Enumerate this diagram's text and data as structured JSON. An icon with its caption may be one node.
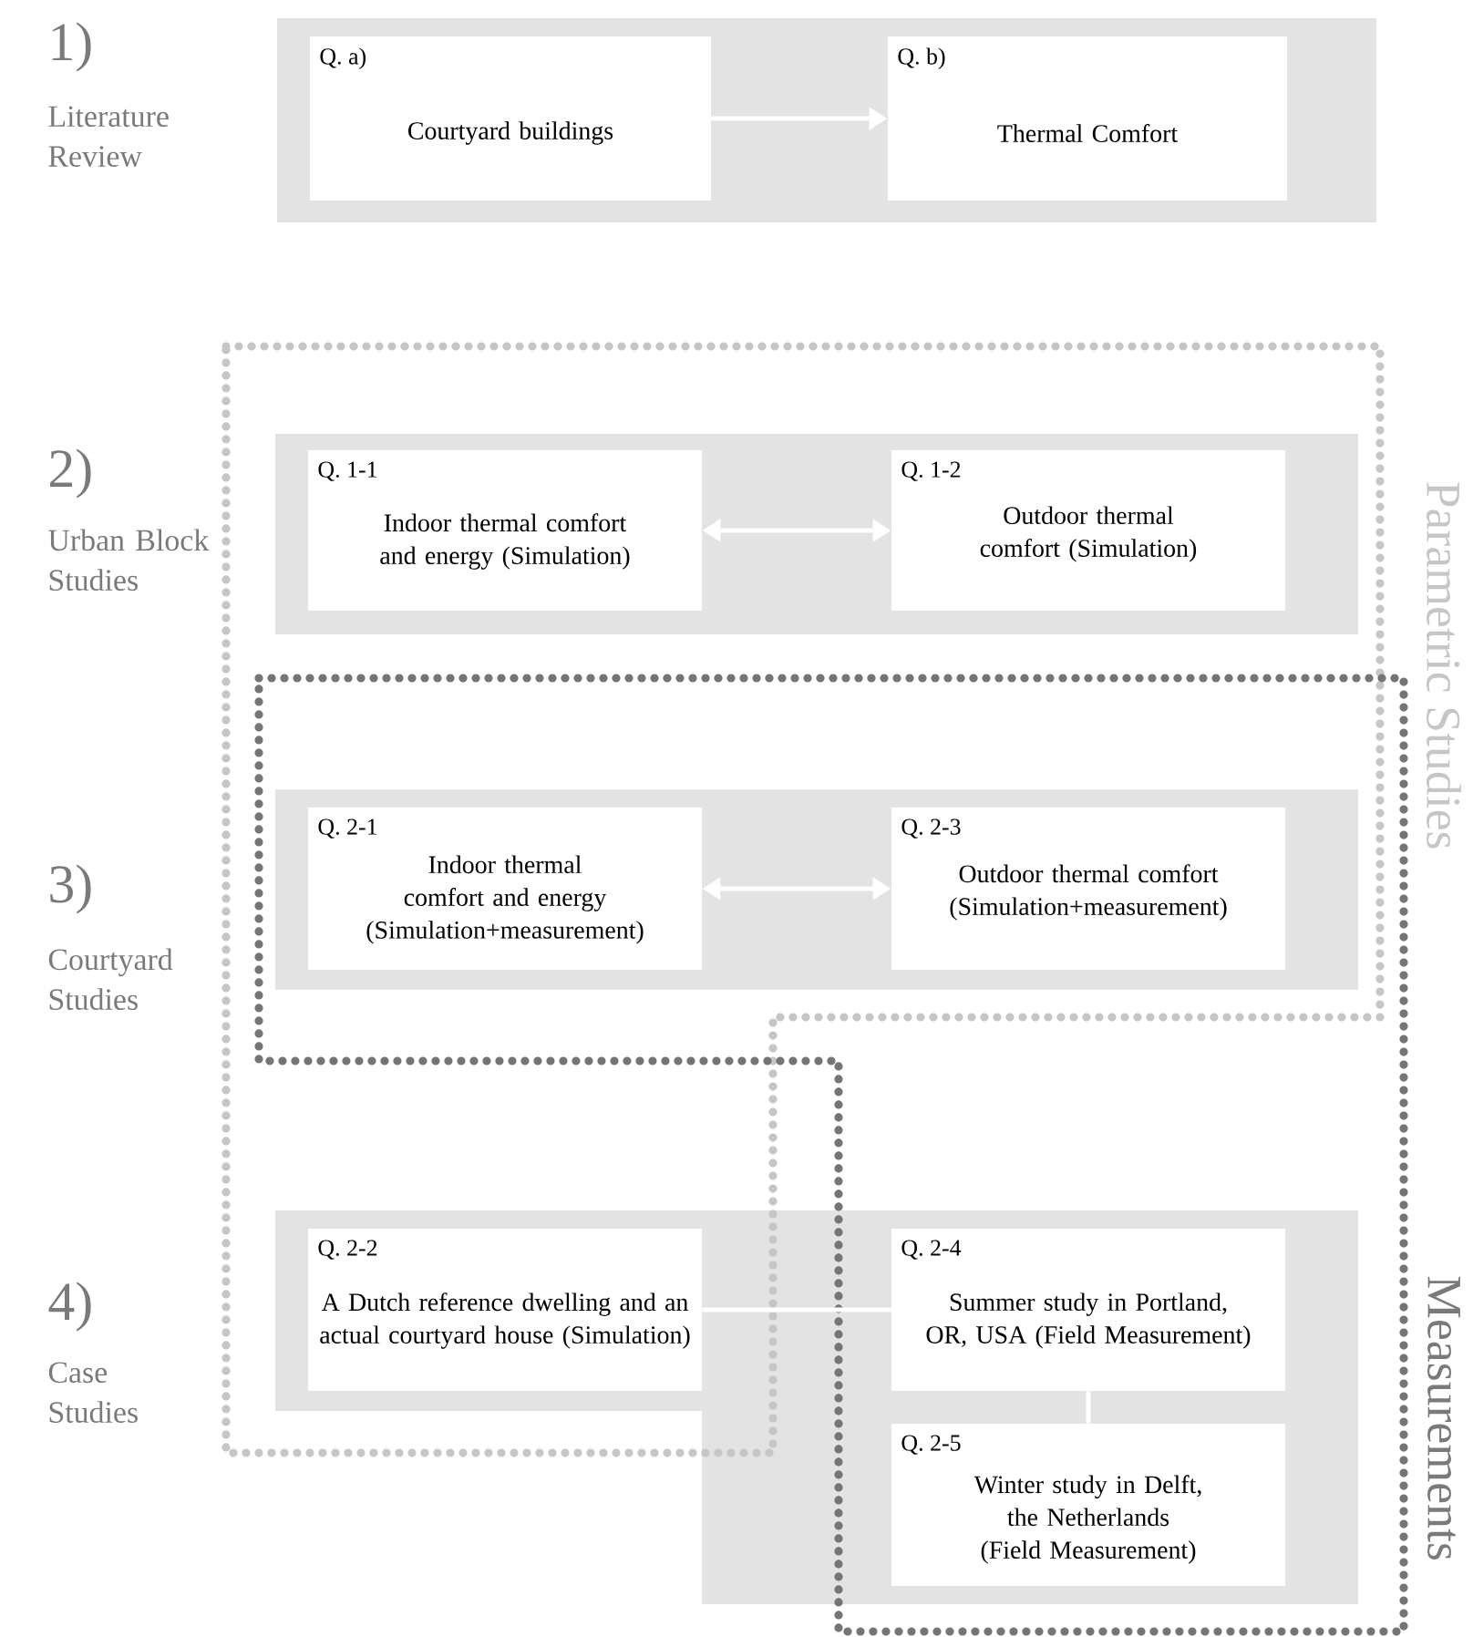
{
  "diagram": {
    "nodes": [
      {
        "text": [
          "Q. a)",
          "Courtyard buildings"
        ]
      },
      {
        "text": [
          "Q. b)",
          "Thermal Comfort"
        ]
      },
      {
        "text": [
          "Q. 1-1",
          "Indoor thermal comfort and energy (Simulation)"
        ]
      },
      {
        "text": [
          "Q. 1-2",
          "Outdoor thermal comfort (Simulation)"
        ]
      },
      {
        "text": [
          "Q. 2-1",
          "Indoor thermal comfort and energy (Simulation+measurement)"
        ]
      },
      {
        "text": [
          "Q. 2-3",
          "Outdoor thermal comfort (Simulation+measurement)"
        ]
      },
      {
        "text": [
          "Q. 2-2",
          "A Dutch reference dwelling and an actual courtyard house (Simulation)"
        ]
      },
      {
        "text": [
          "Q. 2-4",
          "Summer study in Portland, OR, USA (Field Measurement)"
        ]
      },
      {
        "text": [
          "Q. 2-5",
          "Winter study in Delft, the Netherlands (Field Measurement)"
        ]
      }
    ],
    "edges": [
      {
        "from": 0,
        "to": 1,
        "arrow": "to"
      },
      {
        "from": 2,
        "to": 3,
        "arrow": "both"
      },
      {
        "from": 4,
        "to": 5,
        "arrow": "both"
      },
      {
        "from": 6,
        "to": 7,
        "arrow": "none"
      },
      {
        "from": 7,
        "to": 8,
        "arrow": "none"
      }
    ],
    "labels": [
      "1)",
      "Literature Review",
      "2)",
      "Urban Block Studies",
      "Parametric Studies",
      "3)",
      "Courtyard Studies",
      "4)",
      "Case Studies",
      "Measurements"
    ]
  }
}
